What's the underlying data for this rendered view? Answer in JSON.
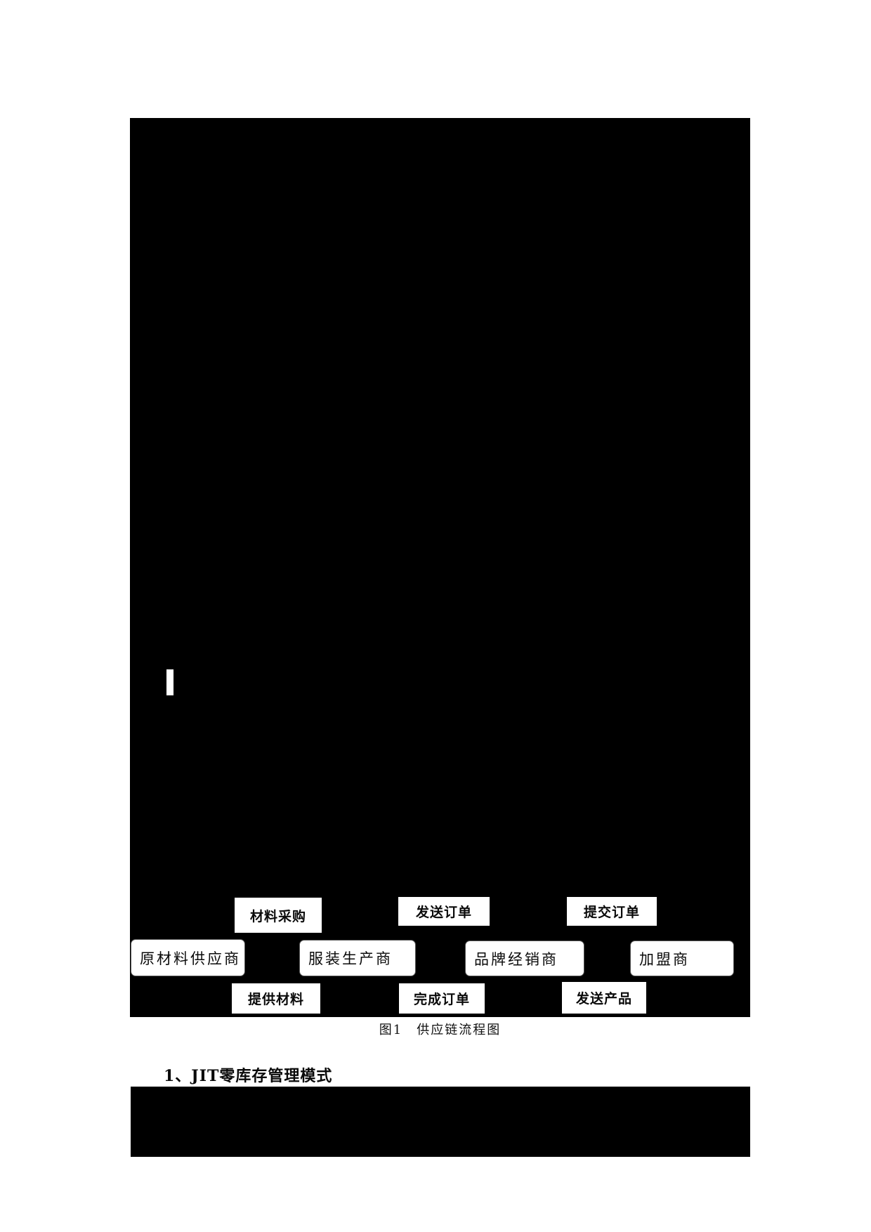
{
  "page": {
    "background_color": "#ffffff",
    "redaction_color": "#000000"
  },
  "diagram": {
    "top_labels": [
      {
        "label": "材料采购"
      },
      {
        "label": "发送订单"
      },
      {
        "label": "提交订单"
      }
    ],
    "entities": [
      {
        "label": "原材料供应商"
      },
      {
        "label": "服装生产商"
      },
      {
        "label": "品牌经销商"
      },
      {
        "label": "加盟商"
      }
    ],
    "bottom_labels": [
      {
        "label": "提供材料"
      },
      {
        "label": "完成订单"
      },
      {
        "label": "发送产品"
      }
    ],
    "caption": "图1　供应链流程图"
  },
  "section": {
    "heading": "1、JIT零库存管理模式"
  }
}
